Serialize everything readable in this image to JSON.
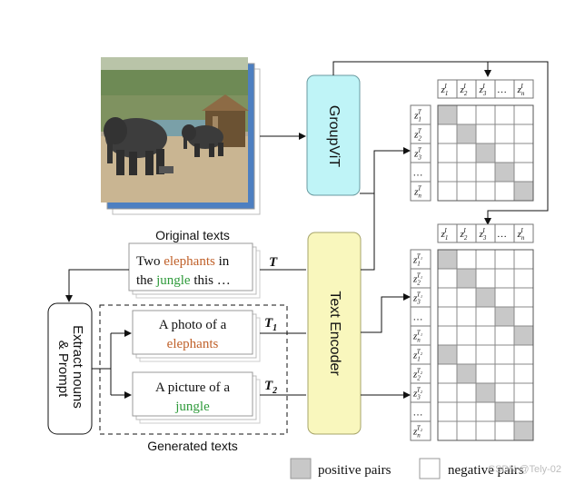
{
  "image_block": {
    "caption": "Original texts"
  },
  "groupvit": {
    "label": "GroupViT"
  },
  "text_encoder": {
    "label": "Text Encoder"
  },
  "extract_box": {
    "line1": "Extract nouns",
    "line2": "& Prompt"
  },
  "original_text": {
    "line1_pre": "Two ",
    "line1_noun": "elephants",
    "line1_post": " in",
    "line2_pre": "the ",
    "line2_noun": "jungle",
    "line2_post": " this …",
    "symbol": "T"
  },
  "generated": {
    "caption": "Generated texts",
    "text1_line1": "A photo of a",
    "text1_noun": "elephants",
    "text1_symbol": "T",
    "text1_sub": "1",
    "text2_line1": "A picture of a",
    "text2_noun": "jungle",
    "text2_symbol": "T",
    "text2_sub": "2"
  },
  "matrix_top": {
    "col_headers": [
      "z",
      "z",
      "z",
      "…",
      "z"
    ],
    "col_sub": [
      "1",
      "2",
      "3",
      "",
      "n"
    ],
    "col_sup": [
      "I",
      "I",
      "I",
      "",
      "I"
    ],
    "row_headers": [
      "z",
      "z",
      "z",
      "…",
      "z"
    ],
    "row_sub": [
      "1",
      "2",
      "3",
      "",
      "n"
    ],
    "row_sup": [
      "T",
      "T",
      "T",
      "",
      "T"
    ]
  },
  "matrix_bottom": {
    "col_sup": [
      "I",
      "I",
      "I",
      "",
      "I"
    ],
    "col_sub": [
      "1",
      "2",
      "3",
      "",
      "n"
    ],
    "row_sub": [
      "1",
      "2",
      "3",
      "",
      "n",
      "1",
      "2",
      "3",
      "",
      "n"
    ],
    "row_sup": [
      "T₁",
      "T₁",
      "T₁",
      "",
      "T₁",
      "T₂",
      "T₂",
      "T₂",
      "",
      "T₂"
    ]
  },
  "legend": {
    "positive": "positive pairs",
    "negative": "negative pairs"
  },
  "watermark": "CSDN @Tely-02",
  "colors": {
    "groupvit_fill": "#bff4f7",
    "encoder_fill": "#f9f7bd",
    "noun_orange": "#c0612a",
    "noun_green": "#2e9a3a",
    "cell_positive": "#c8c8c8"
  }
}
